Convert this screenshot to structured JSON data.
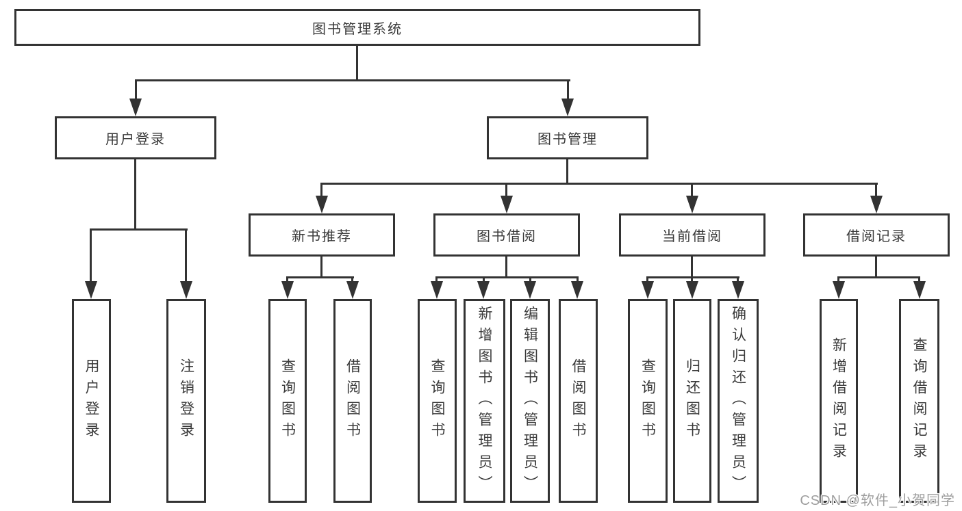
{
  "diagram": {
    "root": {
      "label": "图书管理系统"
    },
    "branches": [
      {
        "label": "用户登录",
        "children": [
          {
            "label": "用户登录"
          },
          {
            "label": "注销登录"
          }
        ]
      },
      {
        "label": "图书管理",
        "children": [
          {
            "label": "新书推荐",
            "children": [
              {
                "label": "查询图书"
              },
              {
                "label": "借阅图书"
              }
            ]
          },
          {
            "label": "图书借阅",
            "children": [
              {
                "label": "查询图书"
              },
              {
                "label": "新增图书（管理员）"
              },
              {
                "label": "编辑图书（管理员）"
              },
              {
                "label": "借阅图书"
              }
            ]
          },
          {
            "label": "当前借阅",
            "children": [
              {
                "label": "查询图书"
              },
              {
                "label": "归还图书"
              },
              {
                "label": "确认归还（管理员）"
              }
            ]
          },
          {
            "label": "借阅记录",
            "children": [
              {
                "label": "新增借阅记录"
              },
              {
                "label": "查询借阅记录"
              }
            ]
          }
        ]
      }
    ]
  },
  "watermark": {
    "text": "CSDN @软件_小贺同学"
  },
  "colors": {
    "line": "#333333",
    "text": "#3a3a3a",
    "watermark": "#9e9e9e",
    "background": "#ffffff"
  }
}
